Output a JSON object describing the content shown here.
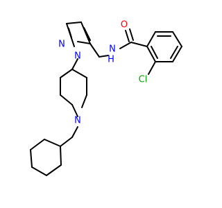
{
  "colors": {
    "bond": "#000000",
    "nitrogen": "#0000ff",
    "oxygen": "#ff0000",
    "chlorine": "#00aa00",
    "background": "#ffffff"
  },
  "atoms": {
    "oxygen": "O",
    "amide_nh": "N",
    "amide_h": "H",
    "chlorine": "Cl",
    "pyrazole_n1": "N",
    "pyrazole_n2": "N",
    "piperidine_n": "N"
  }
}
